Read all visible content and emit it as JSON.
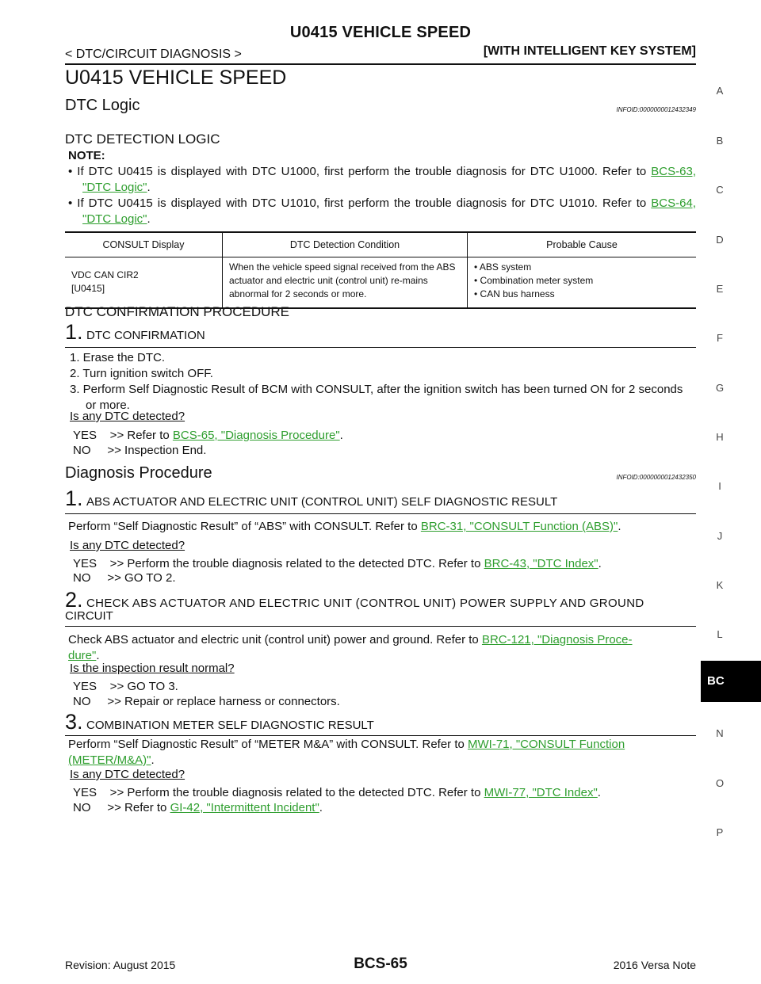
{
  "header": {
    "title": "U0415 VEHICLE SPEED",
    "left": "< DTC/CIRCUIT DIAGNOSIS >",
    "right": "[WITH INTELLIGENT KEY SYSTEM]"
  },
  "page_title": "U0415 VEHICLE SPEED",
  "dtc_logic": {
    "title": "DTC Logic",
    "info_id": "INFOID:0000000012432349",
    "detection_title": "DTC DETECTION LOGIC",
    "note_label": "NOTE:",
    "notes": [
      {
        "text": "• If DTC U0415 is displayed with DTC U1000, first perform the trouble diagnosis for DTC U1000. Refer to ",
        "link": "BCS-63, \"DTC Logic\"",
        "tail": "."
      },
      {
        "text": "• If DTC U0415 is displayed with DTC U1010, first perform the trouble diagnosis for DTC U1010. Refer to ",
        "link": "BCS-64, \"DTC Logic\"",
        "tail": "."
      }
    ],
    "table": {
      "headers": [
        "CONSULT Display",
        "DTC Detection Condition",
        "Probable Cause"
      ],
      "display_line1": "VDC CAN CIR2",
      "display_line2": "[U0415]",
      "condition": "When the vehicle speed signal received from the ABS actuator and electric unit (control unit) re-mains abnormal for 2 seconds or more.",
      "causes": [
        "• ABS system",
        "• Combination meter system",
        "• CAN bus harness"
      ]
    },
    "confirmation_title": "DTC CONFIRMATION PROCEDURE"
  },
  "step_c1": {
    "num": "1.",
    "title": "DTC CONFIRMATION",
    "items": [
      "1. Erase the DTC.",
      "2. Turn ignition switch OFF.",
      "3. Perform Self Diagnostic Result of BCM with CONSULT, after the ignition switch has been turned ON for 2 seconds or more."
    ],
    "question": "Is any DTC detected?",
    "yes_prefix": "YES    >> Refer to ",
    "yes_link": "BCS-65, \"Diagnosis Procedure\"",
    "yes_tail": ".",
    "no": "NO     >> Inspection End."
  },
  "diagnosis": {
    "title": "Diagnosis Procedure",
    "info_id": "INFOID:0000000012432350"
  },
  "step_d1": {
    "num": "1.",
    "title": "ABS ACTUATOR AND ELECTRIC UNIT (CONTROL UNIT) SELF DIAGNOSTIC RESULT",
    "text": "Perform “Self Diagnostic Result” of “ABS” with CONSULT. Refer to ",
    "link": "BRC-31, \"CONSULT Function (ABS)\"",
    "tail": ".",
    "question": "Is any DTC detected?",
    "yes_prefix": "YES    >> Perform the trouble diagnosis related to the detected DTC. Refer to ",
    "yes_link": "BRC-43, \"DTC Index\"",
    "yes_tail": ".",
    "no": "NO     >> GO TO 2."
  },
  "step_d2": {
    "num": "2.",
    "title_line1": "CHECK ABS ACTUATOR AND ELECTRIC UNIT (CONTROL UNIT) POWER SUPPLY AND GROUND",
    "title_line2": "CIRCUIT",
    "text": "Check ABS actuator and electric unit (control unit) power and ground. Refer to ",
    "link1": "BRC-121, \"Diagnosis Proce-",
    "link2": "dure\"",
    "tail": ".",
    "question": "Is the inspection result normal?",
    "yes": "YES    >> GO TO 3.",
    "no": "NO     >> Repair or replace harness or connectors."
  },
  "step_d3": {
    "num": "3.",
    "title": "COMBINATION METER SELF DIAGNOSTIC RESULT",
    "text": "Perform “Self Diagnostic Result” of “METER M&A” with CONSULT. Refer to ",
    "link1": "MWI-71, \"CONSULT Function",
    "link2": "(METER/M&A)\"",
    "tail": ".",
    "question": "Is any DTC detected?",
    "yes_prefix": "YES    >> Perform the trouble diagnosis related to the detected DTC. Refer to ",
    "yes_link": "MWI-77, \"DTC Index\"",
    "yes_tail": ".",
    "no_prefix": "NO     >> Refer to ",
    "no_link": "GI-42, \"Intermittent Incident\"",
    "no_tail": "."
  },
  "side_letters": [
    "A",
    "B",
    "C",
    "D",
    "E",
    "F",
    "G",
    "H",
    "I",
    "J",
    "K",
    "L",
    "N",
    "O",
    "P"
  ],
  "side_tab": "BC",
  "footer": {
    "revision": "Revision: August 2015",
    "page": "BCS-65",
    "model": "2016 Versa Note"
  }
}
